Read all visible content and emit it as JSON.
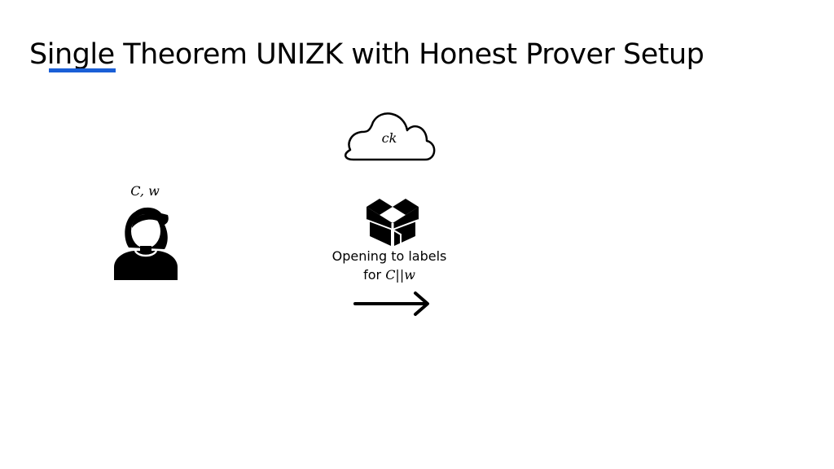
{
  "slide": {
    "title_part1": "Single",
    "title_part2": " Theorem UNIZK with Honest Prover Setup",
    "highlight_color": "#1a5fd6"
  },
  "diagram": {
    "cloud": {
      "label": "ck",
      "icon": "cloud-icon"
    },
    "prover": {
      "label": "C, w",
      "icon": "person-icon"
    },
    "box": {
      "icon": "open-box-icon",
      "caption_line1": "Opening to labels",
      "caption_prefix": "for ",
      "caption_math": "C||w"
    },
    "arrow": {
      "icon": "right-arrow-icon",
      "direction": "right"
    }
  }
}
